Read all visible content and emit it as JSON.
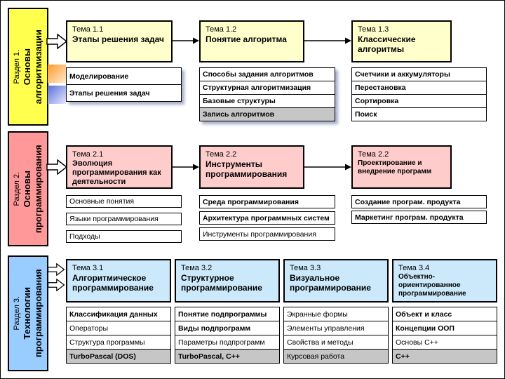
{
  "slide": {
    "background": "#ffffff",
    "border_color": "#000000"
  },
  "colors": {
    "section1_banner": "#ffff4d",
    "section1_card": "#ffffcc",
    "section2_banner": "#ff9999",
    "section2_card": "#ffcccc",
    "section3_banner": "#99ccff",
    "section3_card": "#cce9fb",
    "gray_item": "#c6c6c6"
  },
  "sections": [
    {
      "banner": {
        "label": "Раздел 1.",
        "title_lines": [
          "Основы",
          "алгоритмизации"
        ]
      },
      "columns": [
        {
          "card": {
            "label": "Тема 1.1",
            "title": "Этапы решения задач"
          },
          "items": [
            {
              "text": "Моделирование",
              "bold": true,
              "gray": false
            },
            {
              "text": "Этапы решения задач",
              "bold": true,
              "gray": false
            }
          ]
        },
        {
          "card": {
            "label": "Тема 1.2",
            "title": "Понятие алгоритма"
          },
          "items": [
            {
              "text": "Способы задания алгоритмов",
              "bold": true,
              "gray": false
            },
            {
              "text": "Структурная алгоритмизация",
              "bold": true,
              "gray": false
            },
            {
              "text": "Базовые структуры",
              "bold": true,
              "gray": false
            },
            {
              "text": "Запись алгоритмов",
              "bold": true,
              "gray": true
            }
          ]
        },
        {
          "card": {
            "label": "Тема 1.3",
            "title": "Классические алгоритмы"
          },
          "items": [
            {
              "text": "Счетчики и аккумуляторы",
              "bold": true,
              "gray": false
            },
            {
              "text": "Перестановка",
              "bold": true,
              "gray": false
            },
            {
              "text": "Сортировка",
              "bold": true,
              "gray": false
            },
            {
              "text": "Поиск",
              "bold": true,
              "gray": false
            }
          ]
        }
      ]
    },
    {
      "banner": {
        "label": "Раздел 2.",
        "title_lines": [
          "Основы",
          "программирования"
        ]
      },
      "columns": [
        {
          "card": {
            "label": "Тема 2.1",
            "title": "Эволюция программирования как деятельности"
          },
          "items": [
            {
              "text": "Основные понятия",
              "bold": false,
              "gray": false
            },
            {
              "text": "Языки программирования",
              "bold": false,
              "gray": false
            },
            {
              "text": "Подходы",
              "bold": false,
              "gray": false
            }
          ]
        },
        {
          "card": {
            "label": "Тема 2.2",
            "title": "Инструменты программирования"
          },
          "items": [
            {
              "text": "Среда программирования",
              "bold": true,
              "gray": false
            },
            {
              "text": "Архитектура программных систем",
              "bold": true,
              "gray": false
            },
            {
              "text": "Инструменты программирования",
              "bold": false,
              "gray": false
            }
          ]
        },
        {
          "card": {
            "label": "Тема 2.2",
            "title": "Проектирование и внедрение программ"
          },
          "items": [
            {
              "text": "Создание програм. продукта",
              "bold": true,
              "gray": false
            },
            {
              "text": "Маркетинг програм. продукта",
              "bold": true,
              "gray": false
            }
          ]
        }
      ]
    },
    {
      "banner": {
        "label": "Раздел 3.",
        "title_lines": [
          "Технологии",
          "программирования"
        ]
      },
      "columns": [
        {
          "card": {
            "label": "Тема 3.1",
            "title": "Алгоритмическое программирование"
          },
          "items": [
            {
              "text": "Классификация данных",
              "bold": true,
              "gray": false
            },
            {
              "text": "Операторы",
              "bold": false,
              "gray": false
            },
            {
              "text": "Структура программы",
              "bold": false,
              "gray": false
            },
            {
              "text": "TurboPascal (DOS)",
              "bold": true,
              "gray": true
            }
          ]
        },
        {
          "card": {
            "label": "Тема 3.2",
            "title": "Структурное программирование"
          },
          "items": [
            {
              "text": "Понятие подпрограммы",
              "bold": true,
              "gray": false
            },
            {
              "text": "Виды подпрограмм",
              "bold": true,
              "gray": false
            },
            {
              "text": "Параметры подпрограмм",
              "bold": false,
              "gray": false
            },
            {
              "text": "TurboPascal, C++",
              "bold": true,
              "gray": true
            }
          ]
        },
        {
          "card": {
            "label": "Тема 3.3",
            "title": "Визуальное программирование"
          },
          "items": [
            {
              "text": "Экранные формы",
              "bold": false,
              "gray": false
            },
            {
              "text": "Элементы управления",
              "bold": false,
              "gray": false
            },
            {
              "text": "Свойства и методы",
              "bold": false,
              "gray": false
            },
            {
              "text": "Курсовая работа",
              "bold": false,
              "gray": true
            }
          ]
        },
        {
          "card": {
            "label": "Тема 3.4",
            "title": "Объектно-ориентированное программирование"
          },
          "items": [
            {
              "text": "Объект и класс",
              "bold": true,
              "gray": false
            },
            {
              "text": "Концепции ООП",
              "bold": true,
              "gray": false
            },
            {
              "text": "Основы C++",
              "bold": false,
              "gray": false
            },
            {
              "text": "C++",
              "bold": true,
              "gray": true
            }
          ]
        }
      ]
    }
  ]
}
